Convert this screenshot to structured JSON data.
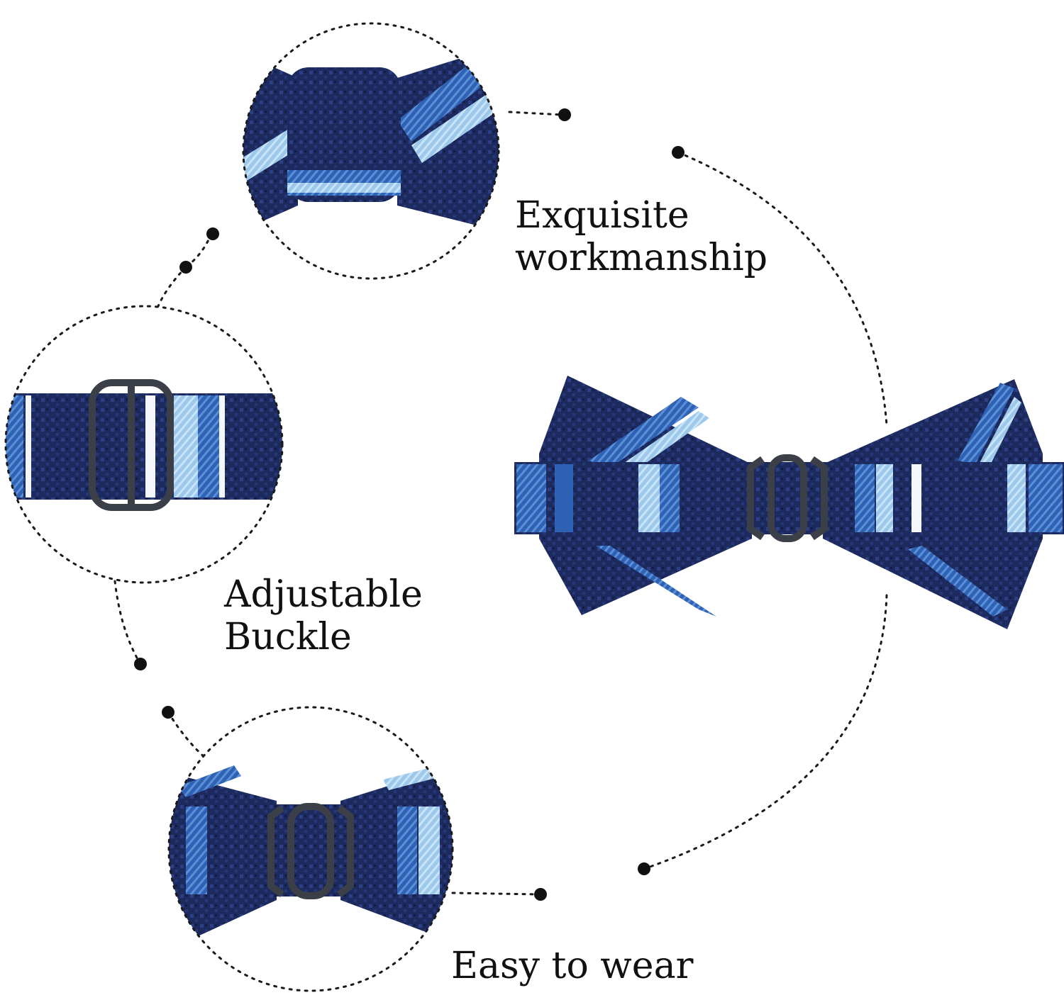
{
  "features": {
    "workmanship": {
      "line1": "Exquisite",
      "line2": "workmanship"
    },
    "buckle": {
      "line1": "Adjustable",
      "line2": "Buckle"
    },
    "wear": {
      "line1": "Easy to wear"
    }
  },
  "colors": {
    "navy": "#1c2a5e",
    "royal_blue": "#2f62b4",
    "light_blue": "#9cc8ec",
    "white_stripe": "#f3f7fb",
    "buckle_metal": "#3b3f47",
    "dotted_line": "#1a1a1a"
  },
  "icons": {
    "product": "bow-tie",
    "detail_1": "bow-tie-knot-closeup",
    "detail_2": "adjustable-slider-buckle",
    "detail_3": "hook-clasp-closeup"
  }
}
